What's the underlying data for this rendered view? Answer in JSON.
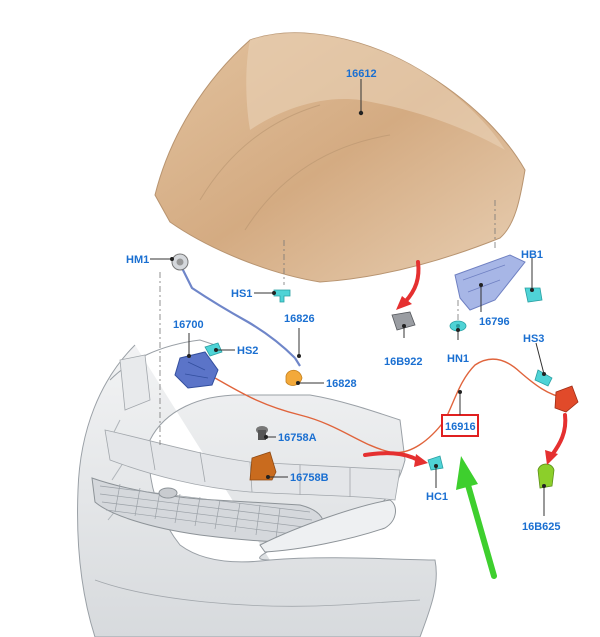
{
  "colors": {
    "label": "#1a6fd1",
    "highlight_box": "#e02020",
    "pointer_red": "#e53030",
    "pointer_green": "#3ecf2e",
    "hood": "#d9b48c",
    "cable": "#e0643c",
    "hinge": "#a7b6e6",
    "fastener": "#4fd3d6",
    "bumper": "#e6e8ea"
  },
  "parts": {
    "hood": "16612",
    "hinge_mount_1": "HM1",
    "hood_stop_1": "HS1",
    "hood_bumper_right": "HB1",
    "hood_stop_3": "HS3",
    "latch": "16700",
    "latch_fastener": "HS2",
    "striker_part": "16826",
    "clip_16828": "16828",
    "bracket_16796": "16796",
    "pad_16b922": "16B922",
    "hn1": "HN1",
    "release_cable": "16916",
    "part_16758a": "16758A",
    "part_16758b": "16758B",
    "hc1": "HC1",
    "handle_16b625": "16B625"
  },
  "icons": [
    "arrow-right-icon",
    "arrow-up-icon"
  ]
}
